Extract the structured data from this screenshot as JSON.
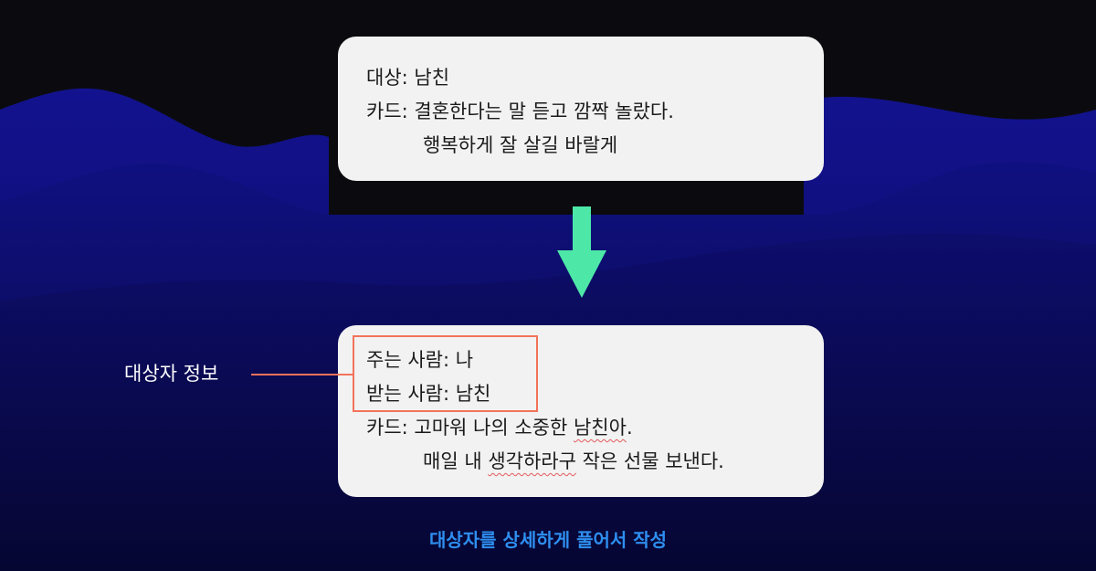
{
  "colors": {
    "card_bg": "#f2f2f2",
    "arrow": "#4de8a8",
    "highlight": "#f2735a",
    "caption": "#2e8ff0",
    "wave_dark": "#0b0b0f",
    "wave_blue": "#10108a"
  },
  "top_card": {
    "line1": "대상: 남친",
    "line2": "카드: 결혼한다는 말 듣고 깜짝 놀랐다.",
    "line3": "행복하게 잘 살길 바랄게"
  },
  "bottom_card": {
    "giver": "주는 사람: 나",
    "receiver": "받는 사람: 남친",
    "card_prefix": "카드: 고마워 나의 소중한 ",
    "card_squiggle": "남친아",
    "card_suffix": ".",
    "line4_prefix": "매일 내 ",
    "line4_squiggle": "생각하라구",
    "line4_suffix": " 작은 선물 보낸다."
  },
  "side_label": "대상자 정보",
  "caption": "대상자를 상세하게 풀어서 작성",
  "icons": {
    "arrow": "arrow-down-icon"
  }
}
